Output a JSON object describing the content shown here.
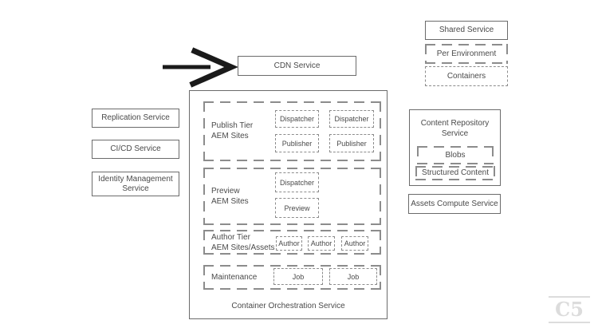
{
  "colors": {
    "background": "#ffffff",
    "solid_border": "#6b6b6b",
    "dash_border": "#8c8c8c",
    "text": "#4a4a4a",
    "arrow": "#1a1a1a",
    "logo": "#dcdcdc"
  },
  "legend": {
    "shared_service": "Shared Service",
    "per_environment": "Per Environment",
    "containers": "Containers"
  },
  "cdn_service": "CDN Service",
  "left_services": [
    {
      "label": "Replication Service"
    },
    {
      "label": "CI/CD Service"
    },
    {
      "label": "Identity Management Service"
    }
  ],
  "orchestration": {
    "title": "Container Orchestration Service",
    "sections": [
      {
        "name": "publish-tier",
        "label_lines": [
          "Publish Tier",
          "AEM Sites"
        ],
        "boxes": [
          "Dispatcher",
          "Publisher",
          "Dispatcher",
          "Publisher"
        ]
      },
      {
        "name": "preview",
        "label_lines": [
          "Preview",
          "AEM Sites"
        ],
        "boxes": [
          "Dispatcher",
          "Preview"
        ]
      },
      {
        "name": "author-tier",
        "label_lines": [
          "Author Tier",
          "AEM Sites/Assets"
        ],
        "boxes": [
          "Author",
          "Author",
          "Author"
        ]
      },
      {
        "name": "maintenance",
        "label_lines": [
          "Maintenance"
        ],
        "boxes": [
          "Job",
          "Job"
        ]
      }
    ]
  },
  "right_services": {
    "content_repository": {
      "title_lines": [
        "Content Repository",
        "Service"
      ],
      "blobs": "Blobs",
      "structured_content": "Structured Content"
    },
    "assets_compute": "Assets Compute Service"
  },
  "logo_text": "C5"
}
